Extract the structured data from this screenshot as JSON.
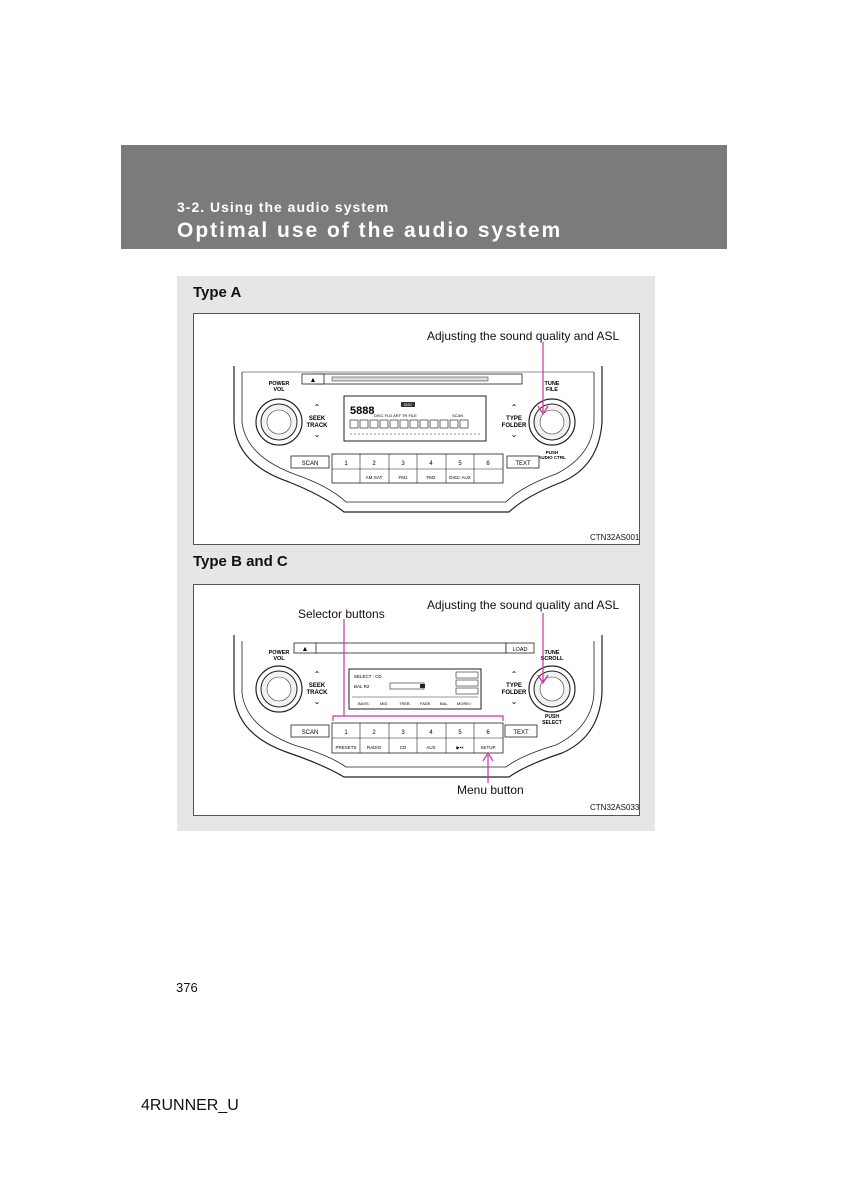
{
  "header": {
    "section": "3-2. Using the audio system",
    "title": "Optimal use of the audio system"
  },
  "figure_a": {
    "heading": "Type A",
    "callout_sound": "Adjusting the sound quality and ASL",
    "code": "CTN32AS001",
    "labels": {
      "power_vol": [
        "POWER",
        "VOL"
      ],
      "tune": [
        "TUNE",
        "FILE"
      ],
      "seek": [
        "SEEK",
        "TRACK"
      ],
      "type": [
        "TYPE",
        "FOLDER"
      ],
      "push": [
        "PUSH",
        "AUDIO CTRL"
      ],
      "scan": "SCAN",
      "text": "TEXT",
      "numbers": [
        "1",
        "2",
        "3",
        "4",
        "5",
        "6"
      ],
      "sub": [
        "AM·SAT",
        "FM1",
        "FM2",
        "DISC·AUX"
      ],
      "eject": "▲",
      "display_main": "5888",
      "display_tag": "DISC",
      "display_row1": "DISC   FLD  ART   TR   FILE",
      "display_scan": "SCAN"
    }
  },
  "figure_b": {
    "heading": "Type B and C",
    "callout_selector": "Selector buttons",
    "callout_sound": "Adjusting the sound quality and ASL",
    "callout_menu": "Menu button",
    "code": "CTN32AS033",
    "labels": {
      "power_vol": [
        "POWER",
        "VOL"
      ],
      "tune": [
        "TUNE",
        "SCROLL"
      ],
      "seek": [
        "SEEK",
        "TRACK"
      ],
      "type": [
        "TYPE",
        "FOLDER"
      ],
      "push": [
        "PUSH",
        "SELECT"
      ],
      "eject": "▲",
      "load": "LOAD",
      "scan": "SCAN",
      "text": "TEXT",
      "numbers": [
        "1",
        "2",
        "3",
        "4",
        "5",
        "6"
      ],
      "sub": [
        "PRESETS",
        "RADIO",
        "CD",
        "AUX",
        "▶•⏸",
        "SETUP"
      ],
      "display_top": "SELECT : CD",
      "display_bal": "BAL  R2",
      "display_menu": [
        "BASS",
        "MID",
        "TREB",
        "FADE",
        "BAL",
        "MORE>"
      ]
    }
  },
  "page_number": "376",
  "footer": "4RUNNER_U",
  "colors": {
    "header_band": "#7b7b7b",
    "panel": "#e6e6e6",
    "callout_line": "#cc33aa"
  }
}
